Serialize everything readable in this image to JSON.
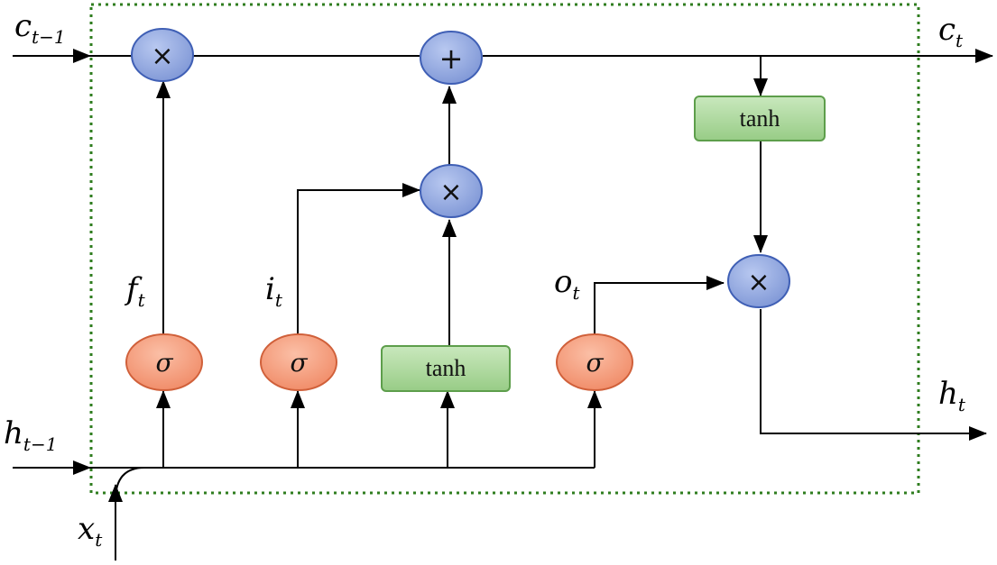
{
  "labels": {
    "c_prev": {
      "base": "c",
      "sub": "t−1"
    },
    "c_next": {
      "base": "c",
      "sub": "t"
    },
    "h_prev": {
      "base": "h",
      "sub": "t−1"
    },
    "h_next": {
      "base": "h",
      "sub": "t"
    },
    "x_in": {
      "base": "x",
      "sub": "t"
    },
    "forget": {
      "base": "f",
      "sub": "t"
    },
    "input": {
      "base": "i",
      "sub": "t"
    },
    "output": {
      "base": "o",
      "sub": "t"
    }
  },
  "ops": {
    "multiply": "×",
    "add": "+",
    "sigma": "σ",
    "tanh": "tanh"
  },
  "colors": {
    "op_node_fill": "#8fa6dd",
    "op_node_stroke": "#3f5fb5",
    "sigma_fill": "#f39a7c",
    "sigma_stroke": "#d0603a",
    "tanh_fill": "#a9d69a",
    "tanh_stroke": "#5d9e4b",
    "boundary": "#2f7d1f",
    "line": "#000000"
  }
}
